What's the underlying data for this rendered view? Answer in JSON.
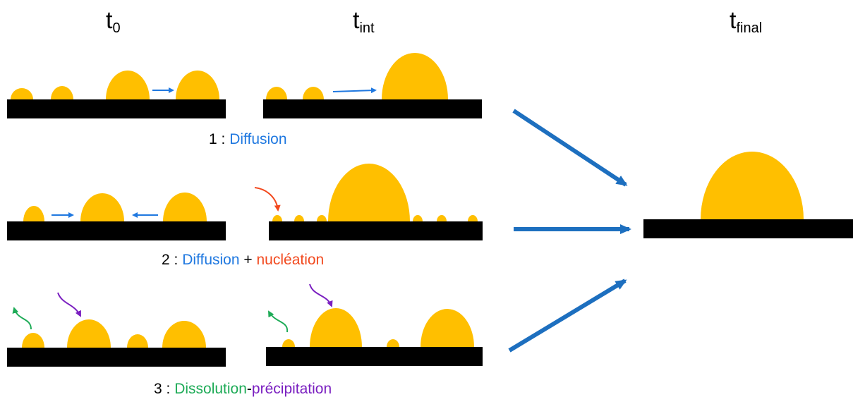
{
  "headers": {
    "t0": {
      "base": "t",
      "sub": "0"
    },
    "tint": {
      "base": "t",
      "sub": "int"
    },
    "tfinal": {
      "base": "t",
      "sub": "final"
    }
  },
  "captions": {
    "row1": {
      "number": "1 :",
      "term": "Diffusion"
    },
    "row2": {
      "number": "2 :",
      "term1": "Diffusion",
      "plus": "+",
      "term2": "nucléation"
    },
    "row3": {
      "number": "3 :",
      "term1": "Dissolution",
      "dash": "-",
      "term2": "précipitation"
    }
  },
  "colors": {
    "droplet": "#ffbf00",
    "substrate": "#000000",
    "diffusion": "#1f78e0",
    "big_arrow": "#1d6fbf",
    "nucleation": "#f2491e",
    "dissolution": "#1eab57",
    "precipitation": "#7a1fc0"
  }
}
